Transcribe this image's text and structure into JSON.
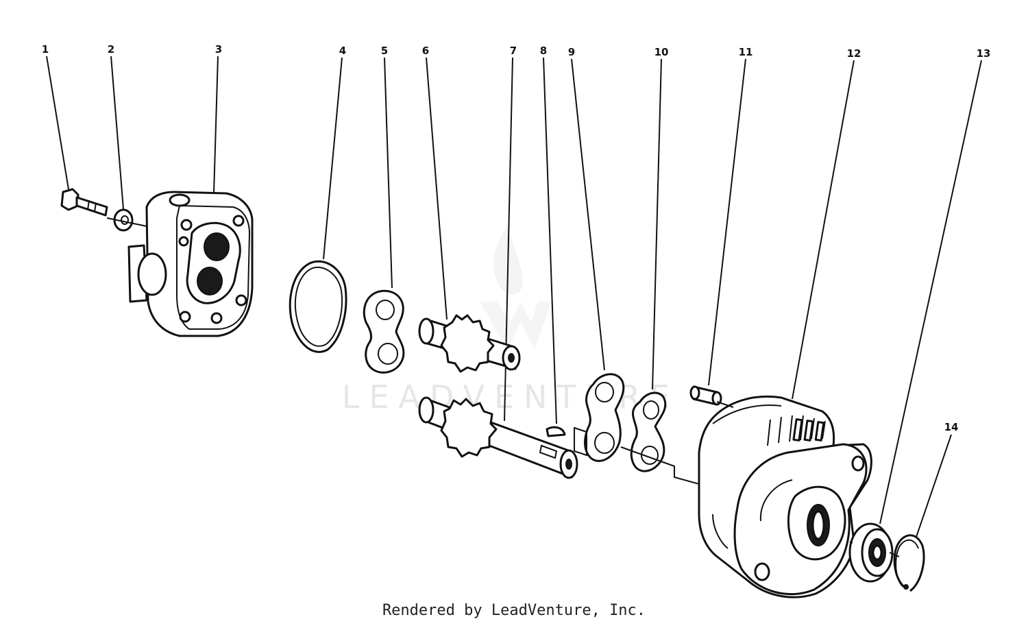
{
  "watermark": "LEADVENTURE",
  "credit": "Rendered by LeadVenture, Inc.",
  "callouts": [
    "1",
    "2",
    "3",
    "4",
    "5",
    "6",
    "7",
    "8",
    "9",
    "10",
    "11",
    "12",
    "13",
    "14"
  ],
  "colors": {
    "ink": "#111111",
    "watermark": "#e6e6e6",
    "background": "#ffffff"
  }
}
